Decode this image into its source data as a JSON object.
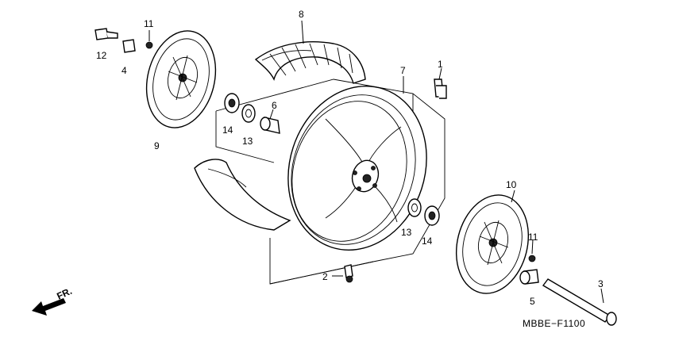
{
  "callouts": {
    "p1": "1",
    "p2": "2",
    "p3": "3",
    "p4": "4",
    "p5": "5",
    "p6": "6",
    "p7": "7",
    "p8": "8",
    "p9": "9",
    "p10": "10",
    "p11a": "11",
    "p11b": "11",
    "p12": "12",
    "p13a": "13",
    "p13b": "13",
    "p14a": "14",
    "p14b": "14"
  },
  "front_indicator": "FR.",
  "diagram_code": "MBBE−F1100"
}
